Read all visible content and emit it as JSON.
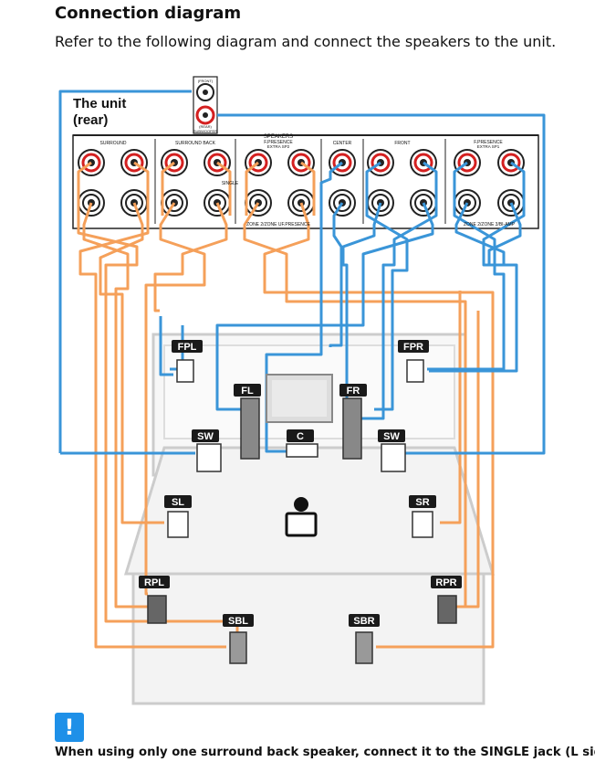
{
  "header": {
    "title": "Connection diagram",
    "subtitle": "Refer to the following diagram and connect the speakers to the unit."
  },
  "unit": {
    "label_line1": "The unit",
    "label_line2": "(rear)",
    "subwoofer_front": "(FRONT)",
    "subwoofer_rear": "(REAR)",
    "subwoofer_label": "SUBWOOFER",
    "speakers_label": "SPEAKERS",
    "presence_label": "F.PRESENCE",
    "extra_sp2": "EXTRA SP2",
    "extra_sp1": "EXTRA SP1",
    "groups": [
      "SURROUND",
      "SURROUND BACK",
      "",
      "CENTER",
      "FRONT",
      "F.PRESENCE"
    ],
    "single_label": "SINGLE",
    "zone2_presence": "ZONE 2/ZONE UF.PRESENCE",
    "zone2_biamp": "ZONE 2/ZONE 3/BI-AMP"
  },
  "speakers": {
    "fpl": "FPL",
    "fpr": "FPR",
    "fl": "FL",
    "fr": "FR",
    "c": "C",
    "sw_left": "SW",
    "sw_right": "SW",
    "sl": "SL",
    "sr": "SR",
    "rpl": "RPL",
    "rpr": "RPR",
    "sbl": "SBL",
    "sbr": "SBR"
  },
  "colors": {
    "orange_cable": "#f5a05a",
    "blue_cable": "#3a95d8",
    "label_bg": "#1a1a1a",
    "note_icon_bg": "#1e90e8"
  },
  "note": {
    "icon": "!",
    "text": "When using only one surround back speaker, connect it to the SINGLE jack (L side)."
  }
}
